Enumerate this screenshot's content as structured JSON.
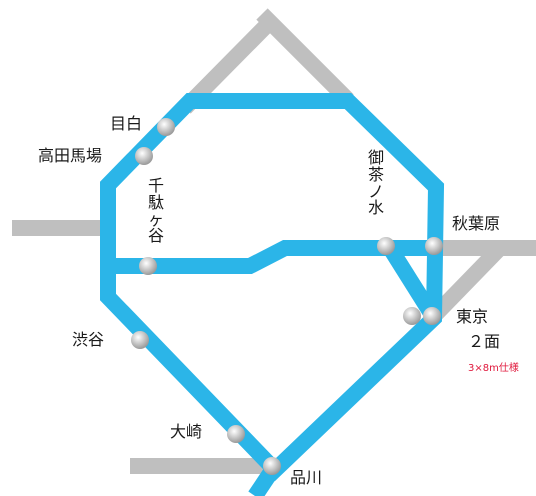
{
  "colors": {
    "line": "#2bb5e8",
    "other_lines": "#bfbfbf",
    "station": "#e6e6e6",
    "note": "#e0183c"
  },
  "stations": {
    "mejiro": "目白",
    "takadanobaba": "高田馬場",
    "sendagaya": "千駄ヶ谷",
    "ochanomizu": "御茶ノ水",
    "akihabara": "秋葉原",
    "tokyo": "東京",
    "shibuya": "渋谷",
    "osaki": "大崎",
    "shinagawa": "品川"
  },
  "tokyo_note": {
    "faces": "２面",
    "spec": "3×8m仕様"
  }
}
